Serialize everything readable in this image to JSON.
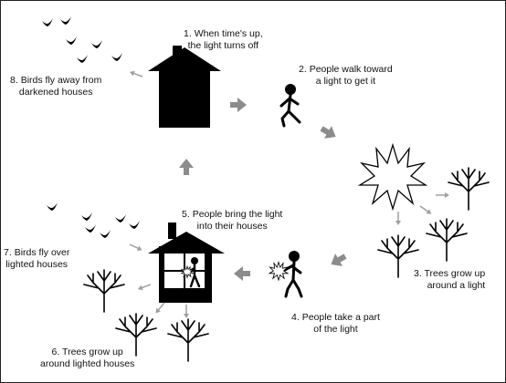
{
  "steps": [
    {
      "num": "1.",
      "text": "When time's up,\nthe light turns off"
    },
    {
      "num": "2.",
      "text": "People walk toward\na light to get it"
    },
    {
      "num": "3.",
      "text": "Trees grow up\naround a light"
    },
    {
      "num": "4.",
      "text": "People take a part\nof the light"
    },
    {
      "num": "5.",
      "text": "People bring the light\ninto their houses"
    },
    {
      "num": "6.",
      "text": "Trees grow up\naround lighted houses"
    },
    {
      "num": "7.",
      "text": "Birds fly over\nlighted houses"
    },
    {
      "num": "8.",
      "text": "Birds fly away from\ndarkened houses"
    }
  ],
  "colors": {
    "ink": "#000000",
    "flow_arrow": "#8c8c8c",
    "small_arrow": "#a0a0a0",
    "window_glow": "#ffffff"
  },
  "icons": [
    "house-dark-icon",
    "house-lit-icon",
    "person-icon",
    "light-burst-icon",
    "tree-icon",
    "bird-icon",
    "flow-arrow-icon"
  ]
}
